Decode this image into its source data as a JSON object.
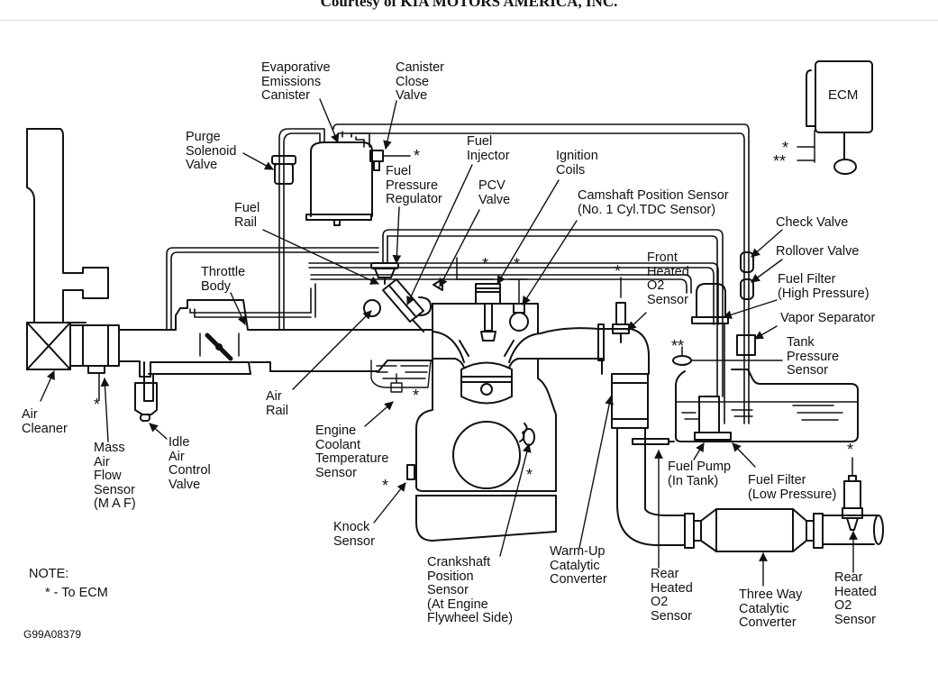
{
  "header": {
    "credit": "Courtesy of KIA MOTORS AMERICA, INC."
  },
  "labels": {
    "evap_canister": "Evaporative\nEmissions\nCanister",
    "canister_close_valve": "Canister\nClose\nValve",
    "purge_solenoid_valve": "Purge\nSolenoid\nValve",
    "fuel_injector": "Fuel\nInjector",
    "fuel_pressure_regulator": "Fuel\nPressure\nRegulator",
    "ignition_coils": "Ignition\nCoils",
    "pcv_valve": "PCV\nValve",
    "camshaft_sensor": "Camshaft Position Sensor\n(No. 1 Cyl.TDC Sensor)",
    "fuel_rail": "Fuel\nRail",
    "throttle_body": "Throttle\nBody",
    "ecm": "ECM",
    "check_valve": "Check Valve",
    "rollover_valve": "Rollover Valve",
    "fuel_filter_high": "Fuel Filter\n(High Pressure)",
    "vapor_separator": "Vapor Separator",
    "tank_pressure_sensor": "Tank\nPressure\nSensor",
    "front_o2_sensor": "Front\nHeated\nO2\nSensor",
    "air_cleaner": "Air\nCleaner",
    "maf_sensor": "Mass\nAir\nFlow\nSensor\n(M A F)",
    "idle_air_control_valve": "Idle\nAir\nControl\nValve",
    "air_rail": "Air\nRail",
    "engine_coolant_temp_sensor": "Engine\nCoolant\nTemperature\nSensor",
    "knock_sensor": "Knock\nSensor",
    "crankshaft_sensor": "Crankshaft\nPosition\nSensor\n(At Engine\nFlywheel Side)",
    "warmup_cat": "Warm-Up\nCatalytic\nConverter",
    "rear_o2_sensor_1": "Rear\nHeated\nO2\nSensor",
    "three_way_cat": "Three Way\nCatalytic\nConverter",
    "rear_o2_sensor_2": "Rear\nHeated\nO2\nSensor",
    "fuel_pump": "Fuel Pump\n(In Tank)",
    "fuel_filter_low": "Fuel Filter\n(Low Pressure)"
  },
  "markers": {
    "single": "*",
    "double": "**"
  },
  "note": {
    "title": "NOTE:",
    "text": "* - To ECM"
  },
  "figure_id": "G99A08379"
}
